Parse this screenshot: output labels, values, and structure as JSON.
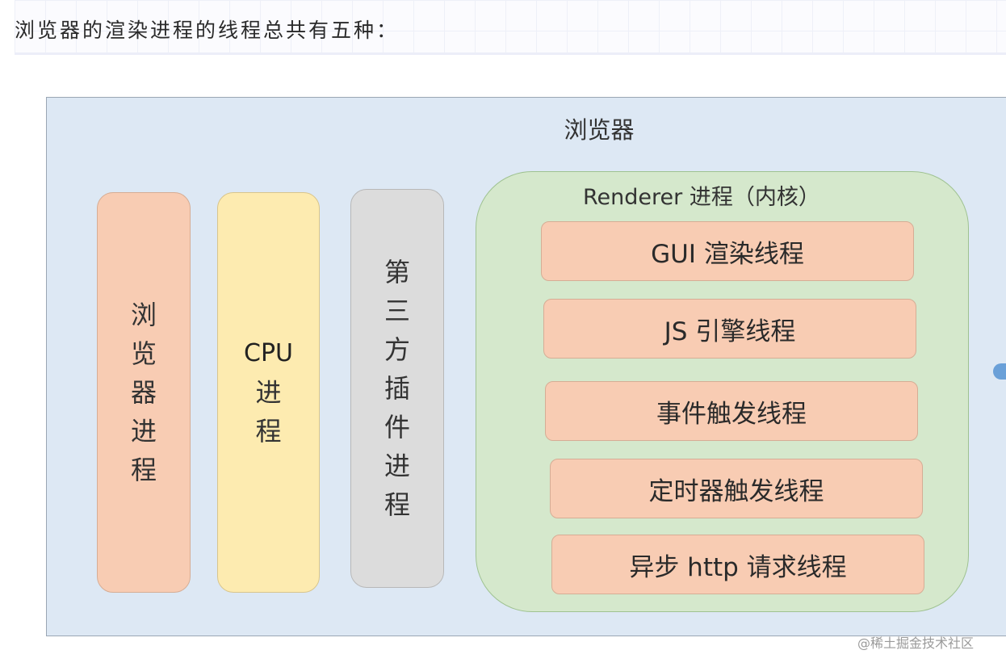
{
  "heading": "浏览器的渲染进程的线程总共有五种：",
  "diagram": {
    "browser_label": "浏览器",
    "columns": {
      "browser_process": [
        "浏",
        "览",
        "器",
        "进",
        "程"
      ],
      "cpu_process": {
        "latin": "CPU",
        "chars": [
          "进",
          "程"
        ]
      },
      "plugin_process": [
        "第",
        "三",
        "方",
        "插",
        "件",
        "进",
        "程"
      ]
    },
    "renderer": {
      "title": "Renderer 进程（内核）",
      "threads": [
        "GUI 渲染线程",
        "JS 引擎线程",
        "事件触发线程",
        "定时器触发线程",
        "异步 http 请求线程"
      ]
    }
  },
  "watermark": "@稀土掘金技术社区",
  "colors": {
    "browser_bg": "#dde8f4",
    "salmon": "#f8ccb3",
    "yellow": "#fdebb0",
    "gray": "#dcdcdc",
    "green": "#d5e8cc"
  }
}
